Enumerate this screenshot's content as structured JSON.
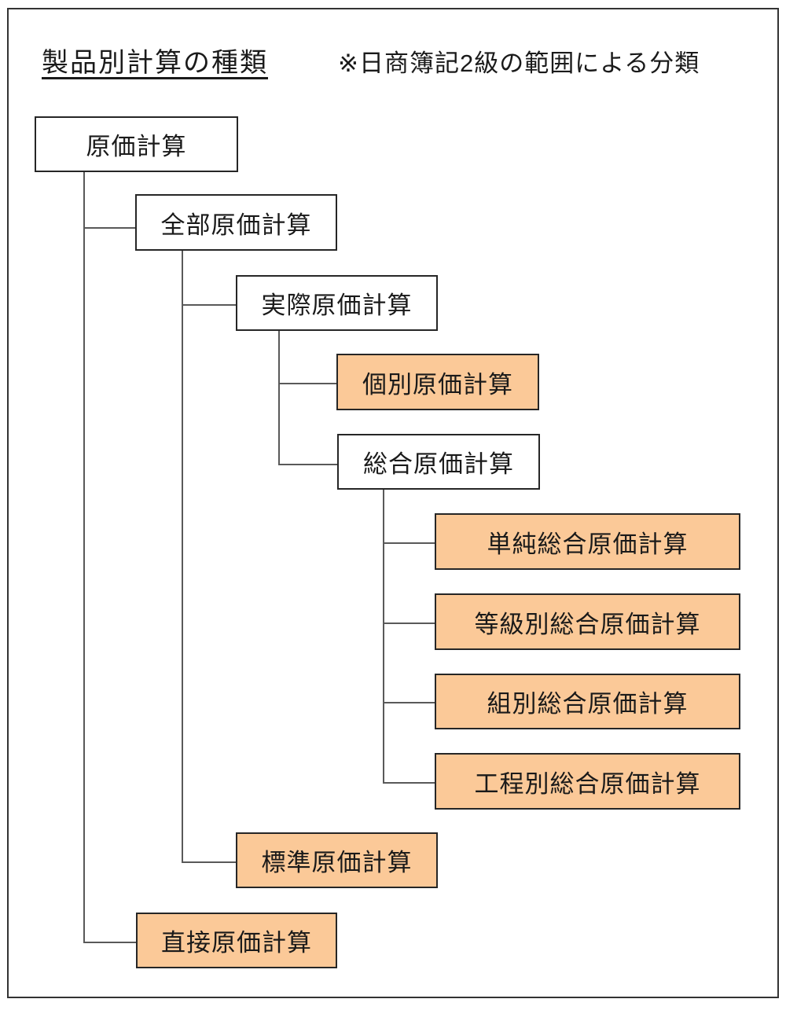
{
  "title": "製品別計算の種類",
  "note": "※日商簿記2級の範囲による分類",
  "colors": {
    "highlight_fill": "#FBC998",
    "plain_fill": "#FFFFFF",
    "box_border": "#262626",
    "connector": "#595959",
    "frame_border": "#333333",
    "text": "#1A1A1A"
  },
  "diagram": {
    "type": "tree",
    "nodes": [
      {
        "id": "cost-accounting",
        "label": "原価計算",
        "level": 0,
        "parent": null,
        "highlighted": false
      },
      {
        "id": "full-costing",
        "label": "全部原価計算",
        "level": 1,
        "parent": "原価計算",
        "highlighted": false
      },
      {
        "id": "actual-costing",
        "label": "実際原価計算",
        "level": 2,
        "parent": "全部原価計算",
        "highlighted": false
      },
      {
        "id": "job-order-costing",
        "label": "個別原価計算",
        "level": 3,
        "parent": "実際原価計算",
        "highlighted": true
      },
      {
        "id": "process-costing",
        "label": "総合原価計算",
        "level": 3,
        "parent": "実際原価計算",
        "highlighted": false
      },
      {
        "id": "single-process-costing",
        "label": "単純総合原価計算",
        "level": 4,
        "parent": "総合原価計算",
        "highlighted": true
      },
      {
        "id": "grade-process-costing",
        "label": "等級別総合原価計算",
        "level": 4,
        "parent": "総合原価計算",
        "highlighted": true
      },
      {
        "id": "group-process-costing",
        "label": "組別総合原価計算",
        "level": 4,
        "parent": "総合原価計算",
        "highlighted": true
      },
      {
        "id": "sequential-process-costing",
        "label": "工程別総合原価計算",
        "level": 4,
        "parent": "総合原価計算",
        "highlighted": true
      },
      {
        "id": "standard-costing",
        "label": "標準原価計算",
        "level": 2,
        "parent": "全部原価計算",
        "highlighted": true
      },
      {
        "id": "direct-costing",
        "label": "直接原価計算",
        "level": 1,
        "parent": "原価計算",
        "highlighted": true
      }
    ]
  }
}
